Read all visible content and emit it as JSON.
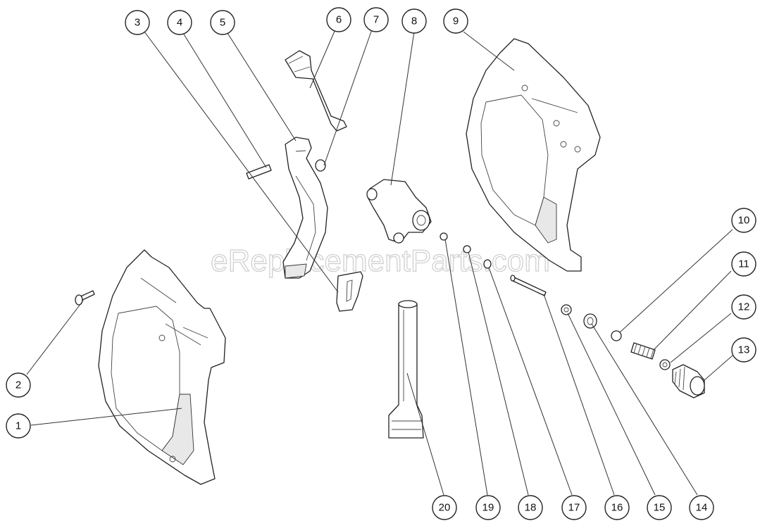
{
  "watermark": "eReplacementParts.com",
  "callouts": [
    {
      "id": "1",
      "label": "1"
    },
    {
      "id": "2",
      "label": "2"
    },
    {
      "id": "3",
      "label": "3"
    },
    {
      "id": "4",
      "label": "4"
    },
    {
      "id": "5",
      "label": "5"
    },
    {
      "id": "6",
      "label": "6"
    },
    {
      "id": "7",
      "label": "7"
    },
    {
      "id": "8",
      "label": "8"
    },
    {
      "id": "9",
      "label": "9"
    },
    {
      "id": "10",
      "label": "10"
    },
    {
      "id": "11",
      "label": "11"
    },
    {
      "id": "12",
      "label": "12"
    },
    {
      "id": "13",
      "label": "13"
    },
    {
      "id": "14",
      "label": "14"
    },
    {
      "id": "15",
      "label": "15"
    },
    {
      "id": "16",
      "label": "16"
    },
    {
      "id": "17",
      "label": "17"
    },
    {
      "id": "18",
      "label": "18"
    },
    {
      "id": "19",
      "label": "19"
    },
    {
      "id": "20",
      "label": "20"
    }
  ]
}
